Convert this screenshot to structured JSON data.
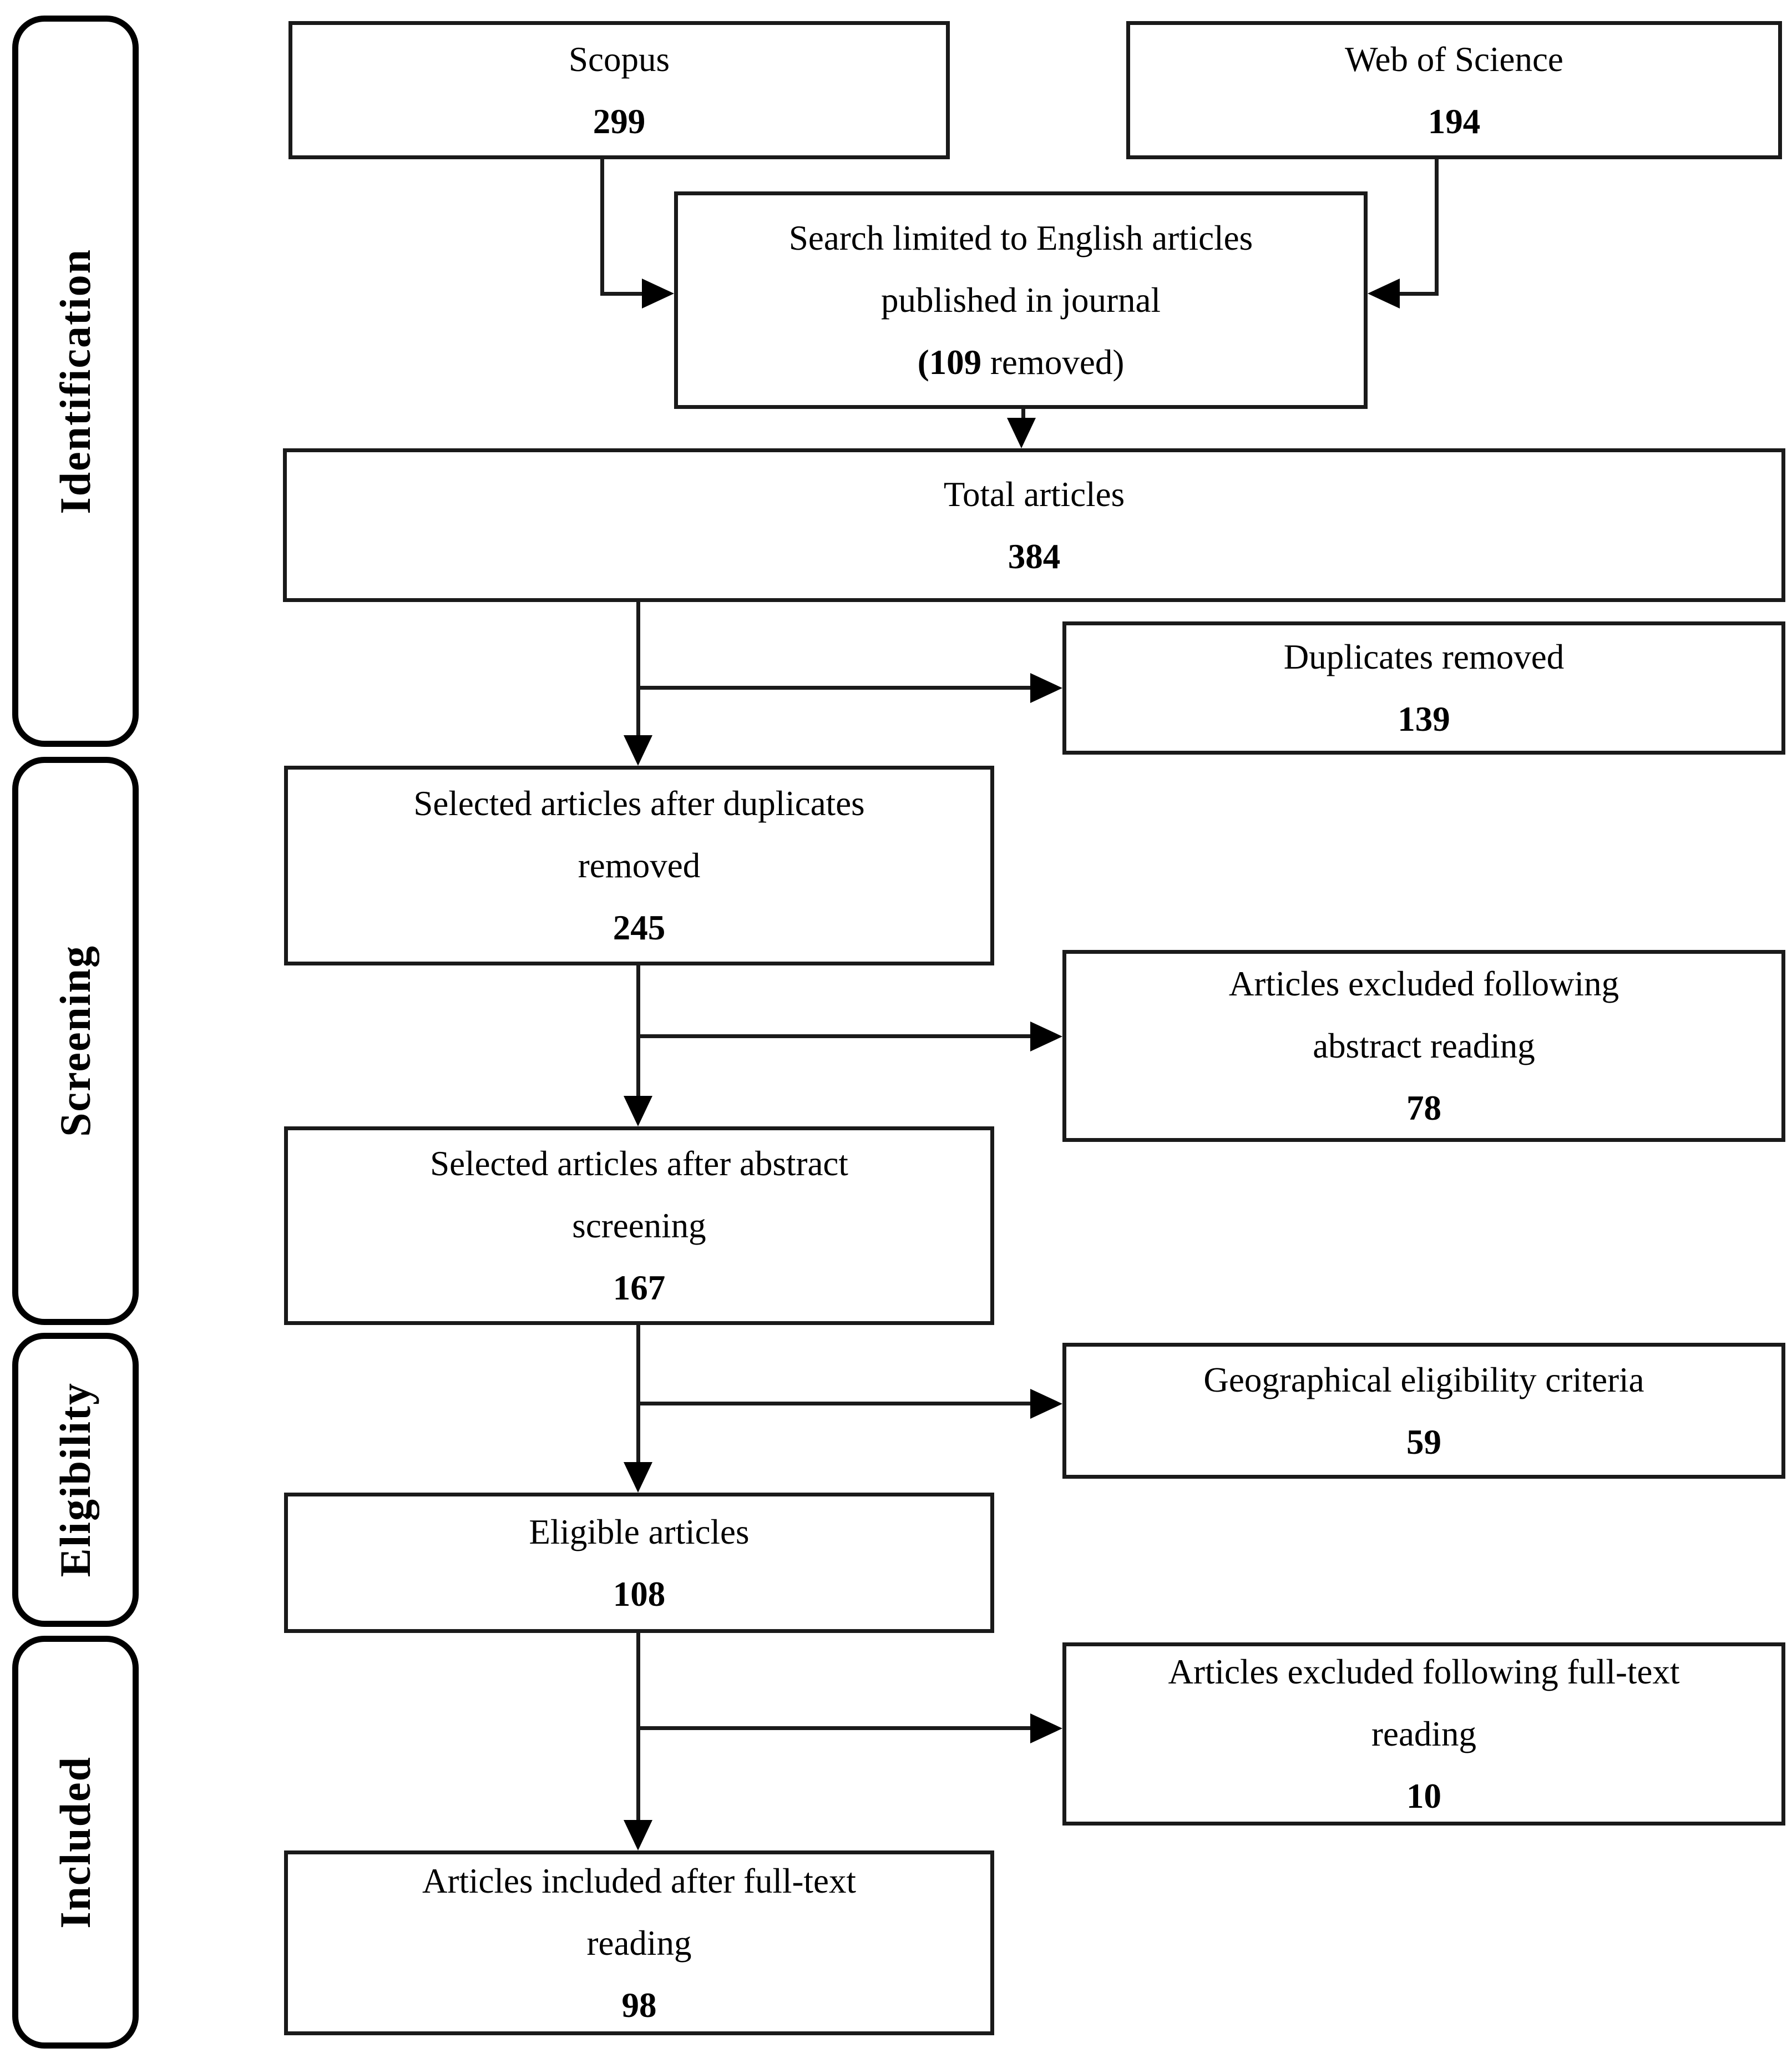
{
  "sidebar": {
    "stages": [
      {
        "id": "identification",
        "label": "Identification"
      },
      {
        "id": "screening",
        "label": "Screening"
      },
      {
        "id": "eligibility",
        "label": "Eligibility"
      },
      {
        "id": "included",
        "label": "Included"
      }
    ]
  },
  "flow": {
    "scopus": {
      "title": "Scopus",
      "count": "299"
    },
    "web_of_science": {
      "title": "Web of Science",
      "count": "194"
    },
    "language_filter": {
      "line1": "Search limited to English articles",
      "line2": "published in journal",
      "removed_bold": "(109",
      "removed_rest": " removed)"
    },
    "total_articles": {
      "title": "Total articles",
      "count": "384"
    },
    "duplicates_removed": {
      "title": "Duplicates removed",
      "count": "139"
    },
    "after_duplicates": {
      "line1": "Selected articles after duplicates",
      "line2": "removed",
      "count": "245"
    },
    "abstract_excluded": {
      "line1": "Articles excluded following",
      "line2": "abstract reading",
      "count": "78"
    },
    "after_abstract": {
      "line1": "Selected articles after abstract",
      "line2": "screening",
      "count": "167"
    },
    "geographical": {
      "title": "Geographical eligibility criteria",
      "count": "59"
    },
    "eligible": {
      "title": "Eligible articles",
      "count": "108"
    },
    "fulltext_excluded": {
      "line1": "Articles excluded following full-text",
      "line2": "reading",
      "count": "10"
    },
    "included_final": {
      "line1": "Articles included after full-text",
      "line2": "reading",
      "count": "98"
    }
  },
  "colors": {
    "ink": "#000000",
    "background": "#ffffff"
  }
}
